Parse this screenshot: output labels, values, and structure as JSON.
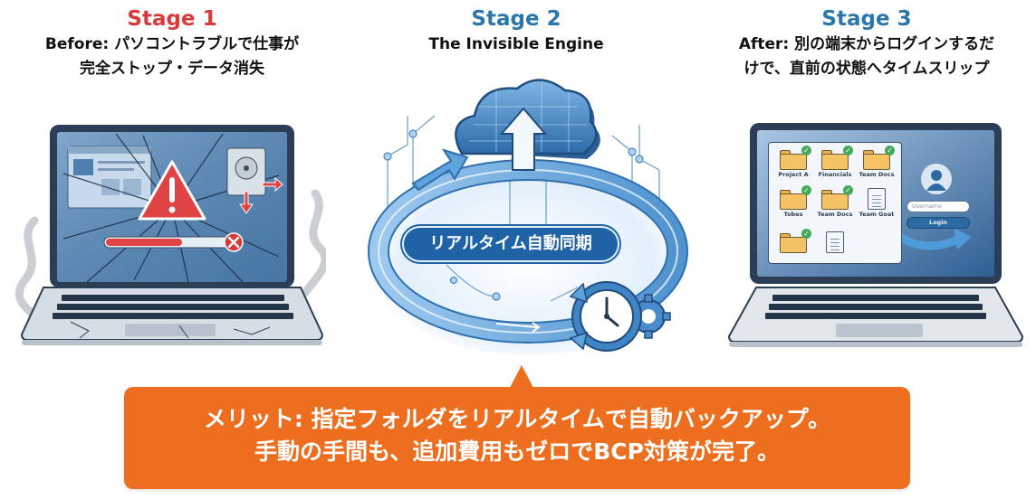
{
  "stages": [
    {
      "title": "Stage 1",
      "desc_line1": "Before: パソコントラブルで仕事が",
      "desc_line2": "完全ストップ・データ消失",
      "color": "#d93b3b",
      "illustration": "broken-laptop",
      "icons": [
        "warning-triangle-icon",
        "hard-drive-icon",
        "error-x-icon",
        "smoke-icon"
      ]
    },
    {
      "title": "Stage 2",
      "desc_line1": "The Invisible Engine",
      "color": "#2a77ad",
      "illustration": "cloud-sync-engine",
      "sync_label": "リアルタイム自動同期",
      "icons": [
        "cloud-upload-icon",
        "circular-arrow-icon",
        "clock-icon",
        "gear-icon"
      ]
    },
    {
      "title": "Stage 3",
      "desc_line1": "After: 別の端末からログインするだ",
      "desc_line2": "けで、直前の状態へタイムスリップ",
      "color": "#2a77ad",
      "illustration": "restored-laptop",
      "files": [
        {
          "label": "Project A",
          "type": "folder",
          "synced": true
        },
        {
          "label": "Financials",
          "type": "folder",
          "synced": true
        },
        {
          "label": "Team Docs",
          "type": "folder",
          "synced": true
        },
        {
          "label": "Tobes",
          "type": "folder",
          "synced": true
        },
        {
          "label": "Team Docs",
          "type": "folder",
          "synced": true
        },
        {
          "label": "Team Goat",
          "type": "document",
          "synced": false
        },
        {
          "label": "",
          "type": "folder",
          "synced": true
        },
        {
          "label": "",
          "type": "document",
          "synced": false
        }
      ],
      "login": {
        "username_placeholder": "Username",
        "button_label": "Login"
      }
    }
  ],
  "merit": {
    "line1": "メリット: 指定フォルダをリアルタイムで自動バックアップ。",
    "line2": "手動の手間も、追加費用もゼロでBCP対策が完了。",
    "color": "#ec6e1e"
  }
}
